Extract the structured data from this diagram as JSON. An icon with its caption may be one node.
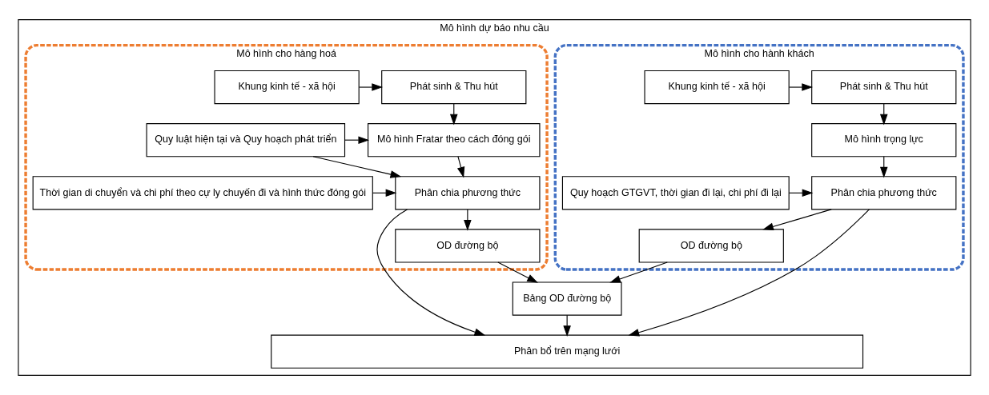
{
  "diagram": {
    "nodes": [
      {
        "text": [
          "Mô hình dự báo nhu cầu"
        ]
      },
      {
        "text": [
          "Mô hình cho hành khách"
        ],
        "in": 0
      },
      {
        "text": [
          "Mô hình cho hàng hoá"
        ],
        "in": 0
      },
      {
        "text": [
          "Khung kinh tế - xã hội"
        ],
        "in": 1
      },
      {
        "text": [
          "Phát sinh & Thu hút"
        ],
        "in": 1
      },
      {
        "text": [
          "Mô hình trọng lực"
        ],
        "in": 1
      },
      {
        "text": [
          "Quy hoạch GTGVT, thời gian đi lại, chi phí đi lại"
        ],
        "in": 1
      },
      {
        "text": [
          "Phân chia phương thức"
        ],
        "in": 1
      },
      {
        "text": [
          "OD đường bộ"
        ],
        "in": 1
      },
      {
        "text": [
          "Phát sinh & Thu hút"
        ],
        "in": 2
      },
      {
        "text": [
          "Khung kinh tế - xã hội"
        ],
        "in": 2
      },
      {
        "text": [
          "Mô hình Fratar theo cách đóng gói"
        ],
        "in": 2
      },
      {
        "text": [
          "Quy luật hiện tại và Quy hoạch phát triển"
        ],
        "in": 2
      },
      {
        "text": [
          "Phân chia phương thức"
        ],
        "in": 2
      },
      {
        "text": [
          "Thời gian di chuyển và chi phí theo cự ly chuyến đi và hình thức đóng gói"
        ],
        "in": 2
      },
      {
        "text": [
          "OD đường bộ"
        ],
        "in": 2
      },
      {
        "text": [
          "Bảng OD đường bộ"
        ],
        "in": 0
      },
      {
        "text": [
          "Phân bổ trên mạng lưới"
        ],
        "in": 0
      }
    ],
    "edges": [
      {
        "from": 3,
        "to": 4,
        "arrow": "to"
      },
      {
        "from": 4,
        "to": 5,
        "arrow": "to"
      },
      {
        "from": 5,
        "to": 7,
        "arrow": "to"
      },
      {
        "from": 6,
        "to": 7,
        "arrow": "to"
      },
      {
        "from": 7,
        "to": 8,
        "arrow": "to"
      },
      {
        "from": 7,
        "to": 17,
        "arrow": "to"
      },
      {
        "from": 8,
        "to": 16,
        "arrow": "to"
      },
      {
        "from": 10,
        "to": 9,
        "arrow": "to"
      },
      {
        "from": 9,
        "to": 11,
        "arrow": "to"
      },
      {
        "from": 12,
        "to": 11,
        "arrow": "to"
      },
      {
        "from": 12,
        "to": 13,
        "arrow": "to"
      },
      {
        "from": 11,
        "to": 13,
        "arrow": "to"
      },
      {
        "from": 14,
        "to": 13,
        "arrow": "to"
      },
      {
        "from": 13,
        "to": 15,
        "arrow": "to"
      },
      {
        "from": 13,
        "to": 17,
        "arrow": "to"
      },
      {
        "from": 15,
        "to": 16,
        "arrow": "to"
      },
      {
        "from": 16,
        "to": 17,
        "arrow": "to"
      }
    ]
  }
}
